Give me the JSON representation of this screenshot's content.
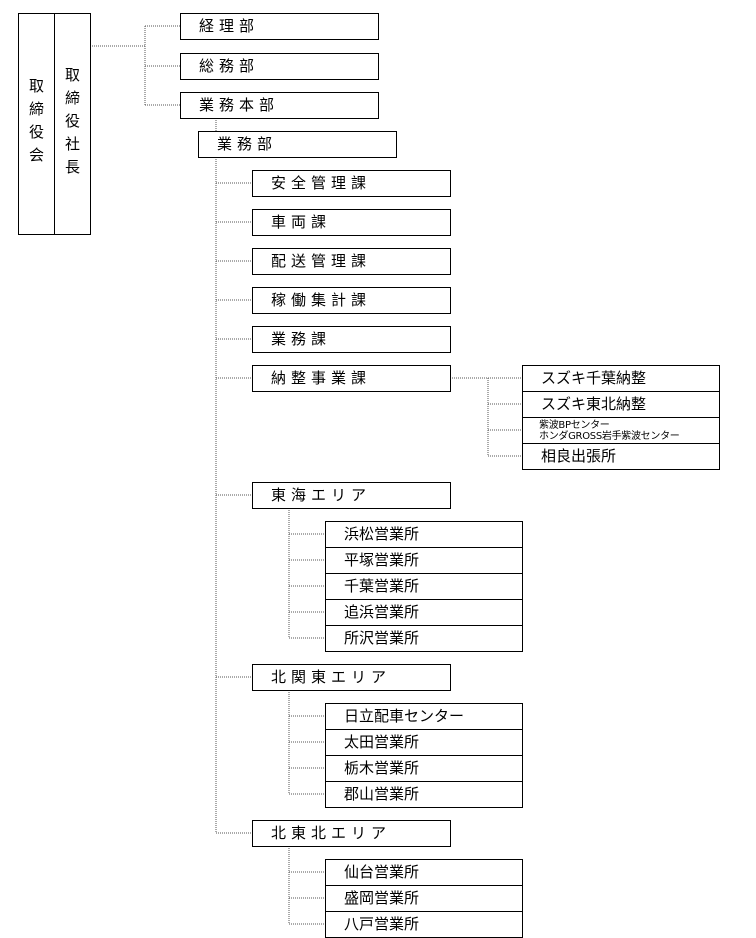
{
  "board": "取締役会",
  "president": "取締役社長",
  "divisions": {
    "accounting": "経理部",
    "general_affairs": "総務部",
    "business_hq": "業務本部"
  },
  "business_dept": "業務部",
  "sections": {
    "safety": "安全管理課",
    "vehicle": "車両課",
    "dispatch": "配送管理課",
    "operation_stats": "稼働集計課",
    "business": "業務課",
    "delivery": "納整事業課"
  },
  "delivery_units": {
    "suzuki_chiba": "スズキ千葉納整",
    "suzuki_tohoku": "スズキ東北納整",
    "paint_line1": "紫波BPセンター",
    "paint_line2": "ホンダGROSS岩手紫波センター",
    "sagara": "相良出張所"
  },
  "tokai": {
    "title": "東海エリア",
    "offices": [
      "浜松営業所",
      "平塚営業所",
      "千葉営業所",
      "追浜営業所",
      "所沢営業所"
    ]
  },
  "kitakanto": {
    "title": "北関東エリア",
    "offices": [
      "日立配車センター",
      "太田営業所",
      "栃木営業所",
      "郡山営業所"
    ]
  },
  "kitatohoku": {
    "title": "北東北エリア",
    "offices": [
      "仙台営業所",
      "盛岡営業所",
      "八戸営業所"
    ]
  }
}
